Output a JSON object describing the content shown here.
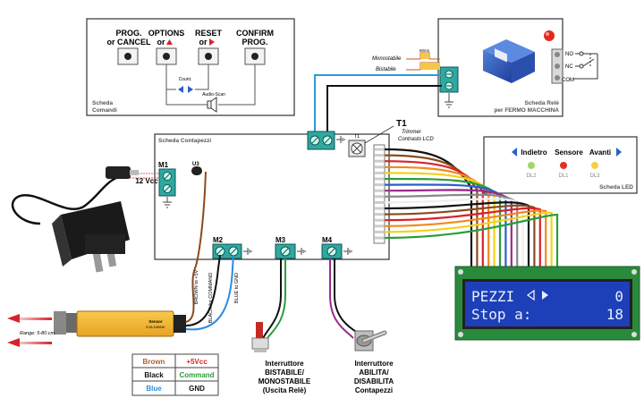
{
  "comandi": {
    "title": "Scheda\nComandi",
    "title_line1": "Scheda",
    "title_line2": "Comandi",
    "buttons": [
      {
        "line1": "PROG.",
        "line2": "or CANCEL"
      },
      {
        "line1": "OPTIONS",
        "line2": "or"
      },
      {
        "line1": "RESET",
        "line2": "or"
      },
      {
        "line1": "CONFIRM",
        "line2": "PROG."
      }
    ],
    "count_label": "Count.",
    "audio_label": "Audio-Scan"
  },
  "rele": {
    "title_line1": "Scheda Relè",
    "title_line2": "per FERMO MACCHINA",
    "mono_label": "Monostabile",
    "bist_label": "Bistabile",
    "pulse_label": "60ms",
    "no_label": "NO",
    "nc_label": "NC",
    "com_label": "COM"
  },
  "contapezzi": {
    "title": "Scheda Contapezzi",
    "m1": "M1",
    "m2": "M2",
    "m3": "M3",
    "m4": "M4",
    "u3": "U3",
    "t1_small": "T1",
    "t1_big": "T1",
    "t1_desc1": "Trimmer",
    "t1_desc2": "Contrasto LCD",
    "power": "12 Vcc"
  },
  "led": {
    "title": "Scheda LED",
    "items": [
      {
        "label": "Indietro",
        "id": "DL2",
        "color": "#9fd86a"
      },
      {
        "label": "Sensore",
        "id": "DL1",
        "color": "#e0322a"
      },
      {
        "label": "Avanti",
        "id": "DL3",
        "color": "#f4d040"
      }
    ]
  },
  "lcd": {
    "row1_left": "PEZZI",
    "row1_right": "0",
    "row2_left": "Stop a:",
    "row2_right": "18",
    "bg": "#1d3fb8"
  },
  "sensor": {
    "brand": "Sensor",
    "model": "E18-D80NK",
    "range": "Range: 5-80 cm."
  },
  "wires": {
    "brown": "BROWN to +5V",
    "black": "BLACK for COMMAND",
    "blue": "BLUE to GND"
  },
  "legend": [
    {
      "color_name": "Brown",
      "signal": "+5Vcc",
      "c1": "#b0622a",
      "c2": "#d8232a"
    },
    {
      "color_name": "Black",
      "signal": "Command",
      "c1": "#111111",
      "c2": "#2a9d3a"
    },
    {
      "color_name": "Blue",
      "signal": "GND",
      "c1": "#2a8ce0",
      "c2": "#111111"
    }
  ],
  "switch1": {
    "line1": "Interruttore",
    "line2": "BISTABILE/",
    "line3": "MONOSTABILE",
    "line4": "(Uscita Relè)"
  },
  "switch2": {
    "line1": "Interruttore",
    "line2": "ABILITA/",
    "line3": "DISABILITA",
    "line4": "Contapezzi"
  }
}
